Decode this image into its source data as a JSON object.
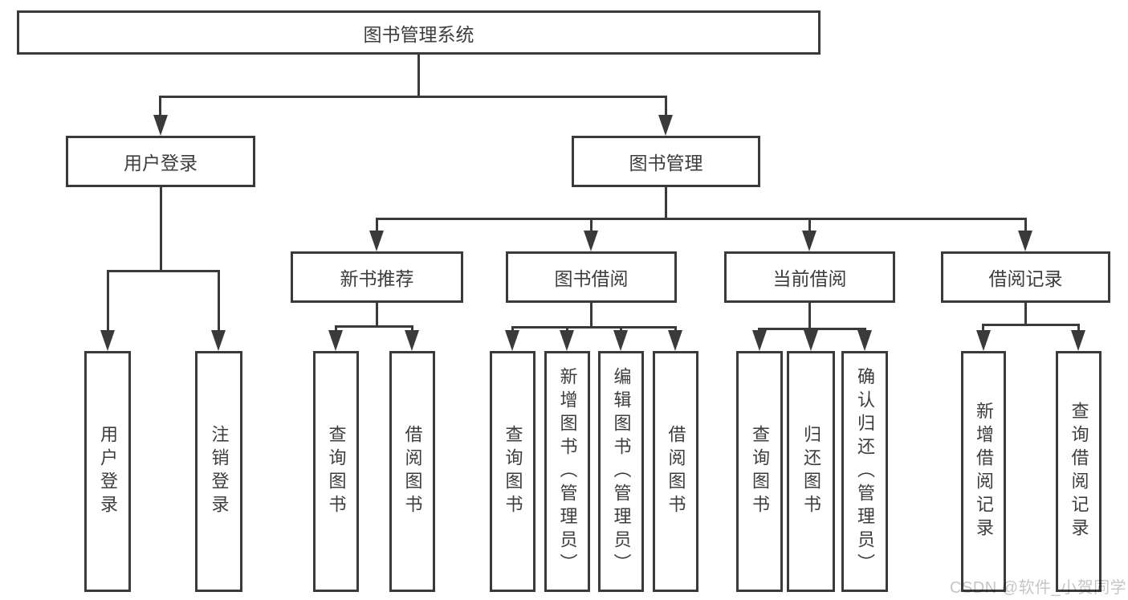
{
  "colors": {
    "line": "#3a3a3a",
    "text": "#3d3d3d",
    "box_bg": "#ffffff",
    "watermark": "#c6c6c6"
  },
  "watermark": "CSDN @软件_小贺同学",
  "tree": {
    "label": "图书管理系统",
    "children": [
      {
        "label": "用户登录",
        "children": [
          {
            "label": "用户登录"
          },
          {
            "label": "注销登录"
          }
        ]
      },
      {
        "label": "图书管理",
        "children": [
          {
            "label": "新书推荐",
            "children": [
              {
                "label": "查询图书"
              },
              {
                "label": "借阅图书"
              }
            ]
          },
          {
            "label": "图书借阅",
            "children": [
              {
                "label": "查询图书"
              },
              {
                "label": "新增图书（管理员）"
              },
              {
                "label": "编辑图书（管理员）"
              },
              {
                "label": "借阅图书"
              }
            ]
          },
          {
            "label": "当前借阅",
            "children": [
              {
                "label": "查询图书"
              },
              {
                "label": "归还图书"
              },
              {
                "label": "确认归还（管理员）"
              }
            ]
          },
          {
            "label": "借阅记录",
            "children": [
              {
                "label": "新增借阅记录"
              },
              {
                "label": "查询借阅记录"
              }
            ]
          }
        ]
      }
    ]
  }
}
